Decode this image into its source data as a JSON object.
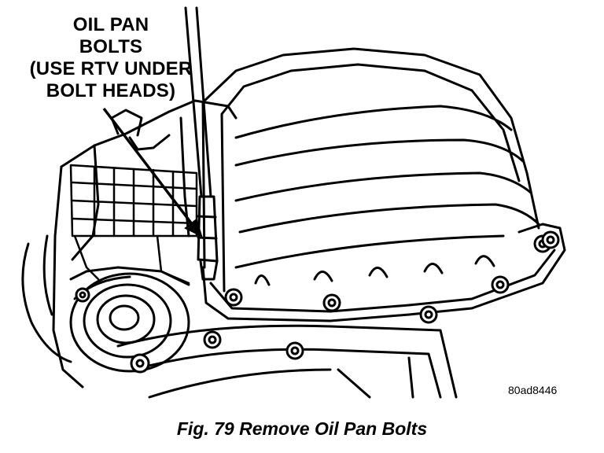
{
  "callout": {
    "line1": "OIL PAN",
    "line2": "BOLTS",
    "line3": "(USE RTV UNDER",
    "line4": "BOLT HEADS)"
  },
  "figure_code": "80ad8446",
  "caption": "Fig. 79 Remove Oil Pan Bolts",
  "icons": [
    "oil-pan-illustration",
    "bolt-icon",
    "leader-arrow"
  ]
}
